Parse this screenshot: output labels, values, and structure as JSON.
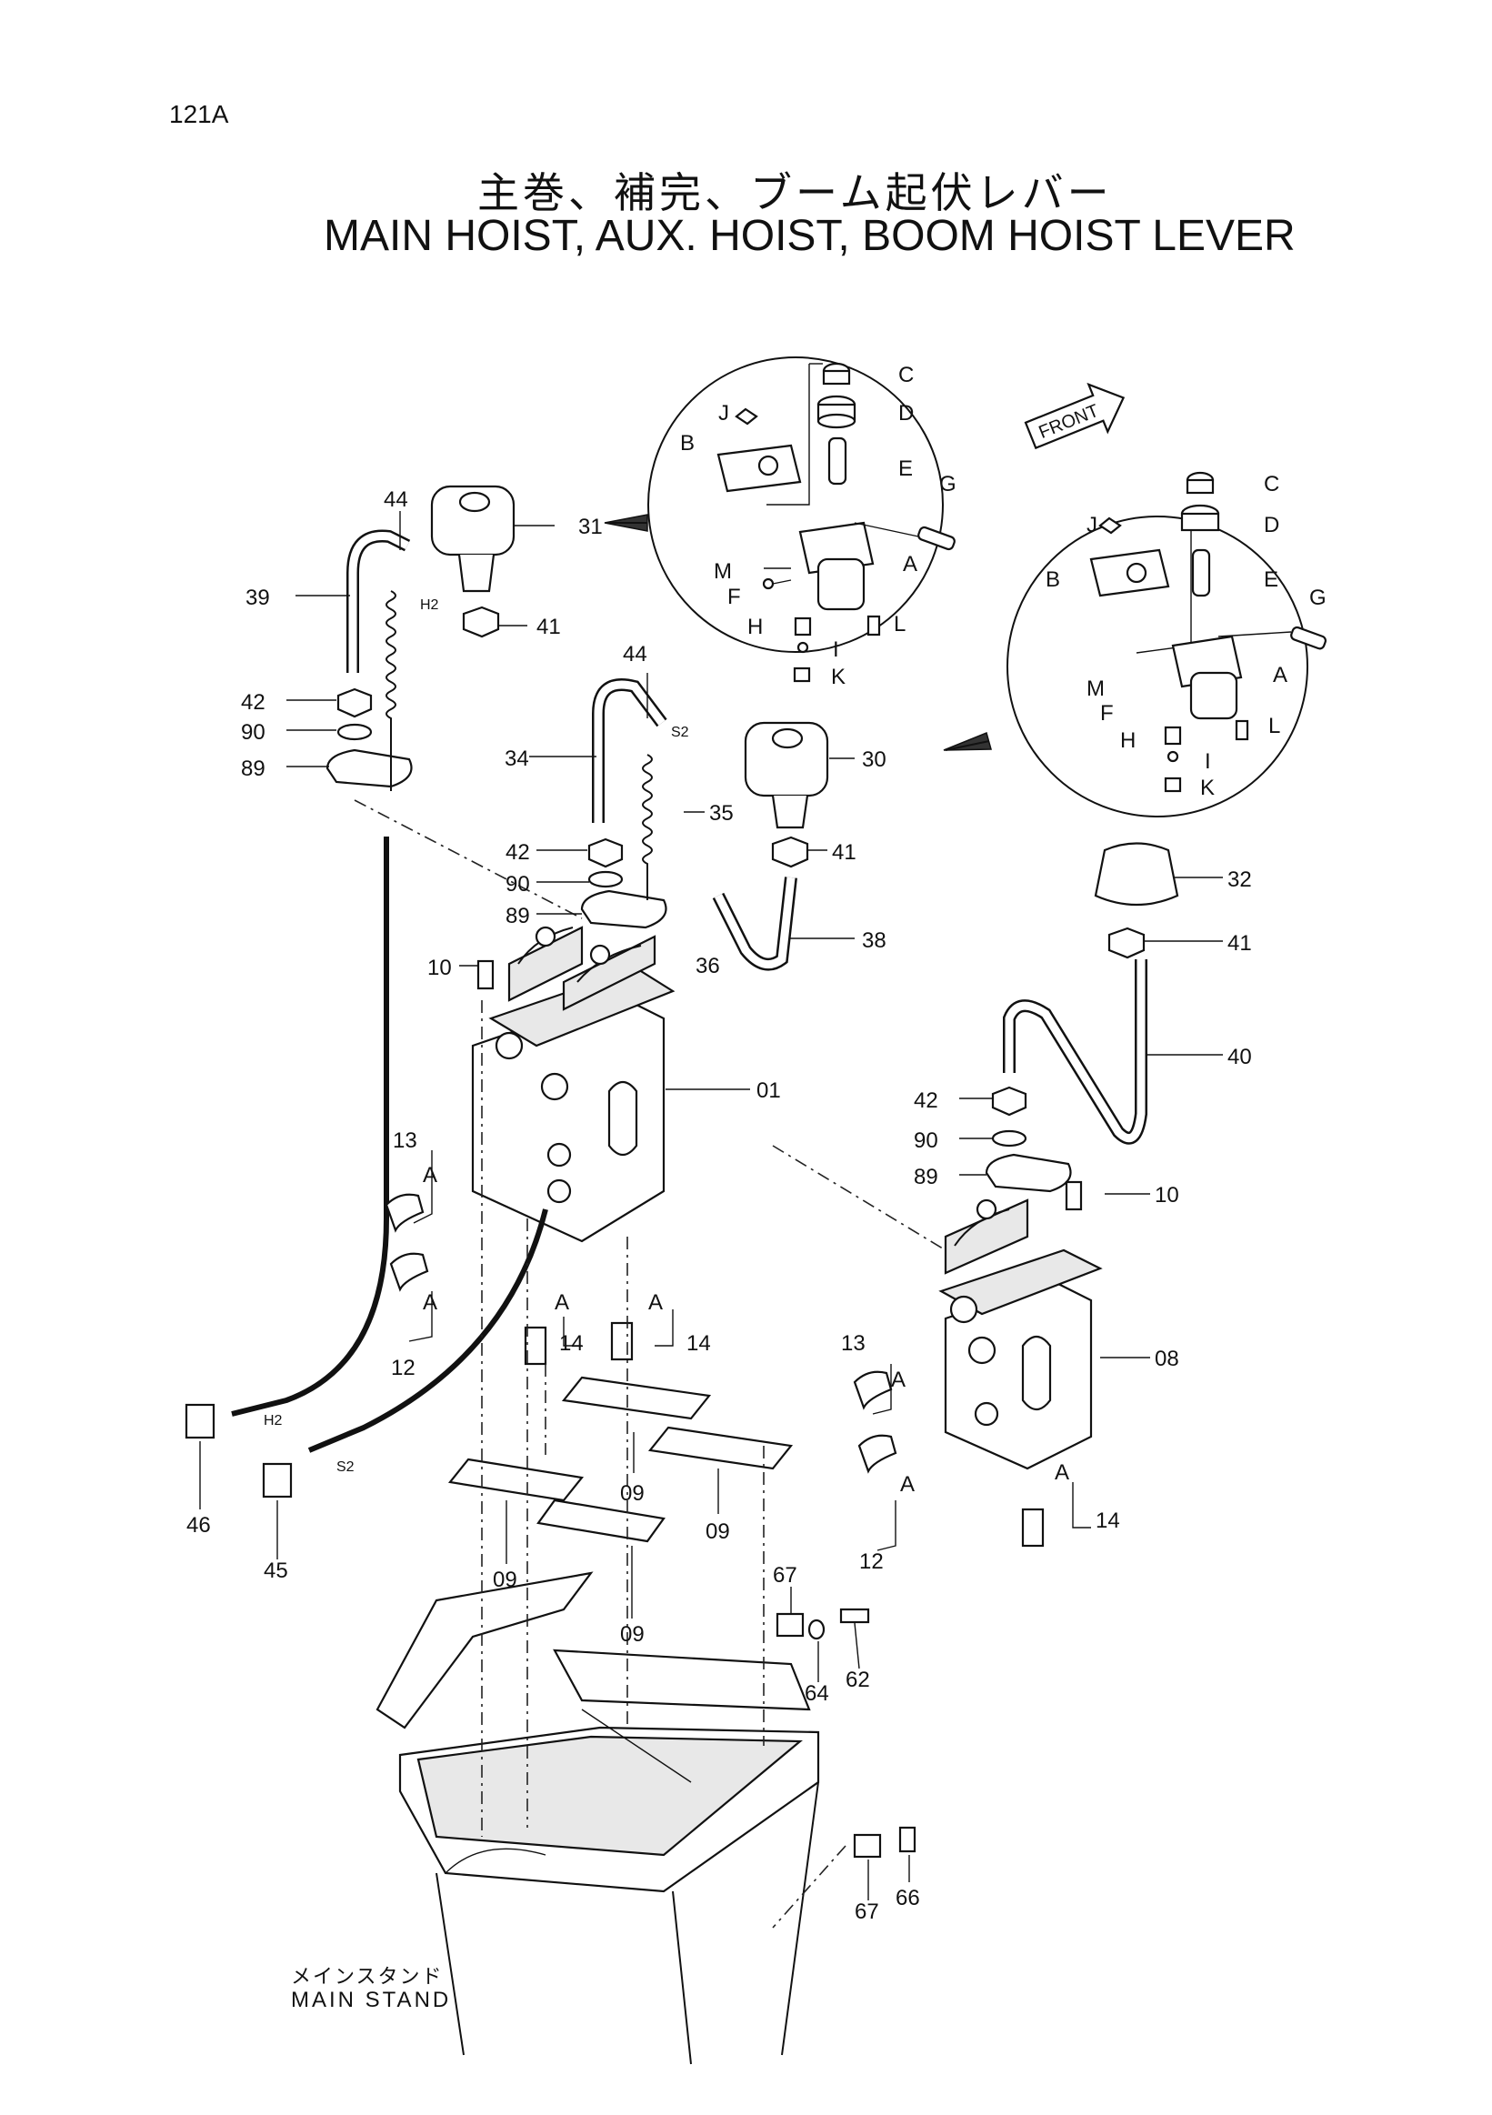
{
  "header": {
    "page_code": "121A",
    "title_jp": "主巻、補完、ブーム起伏レバー",
    "title_en": "MAIN HOIST, AUX. HOIST, BOOM HOIST LEVER"
  },
  "footer": {
    "stand_jp": "メインスタンド",
    "stand_en": "MAIN STAND"
  },
  "front_arrow": "FRONT",
  "detail_labels": [
    "A",
    "B",
    "C",
    "D",
    "E",
    "F",
    "G",
    "H",
    "I",
    "J",
    "K",
    "L",
    "M"
  ],
  "callouts": {
    "p01": "01",
    "p08": "08",
    "p09a": "09",
    "p09b": "09",
    "p09c": "09",
    "p09d": "09",
    "p10a": "10",
    "p10b": "10",
    "p12a": "12",
    "p12b": "12",
    "p13a": "13",
    "p13b": "13",
    "p14a": "14",
    "p14b": "14",
    "p14c": "14",
    "p30": "30",
    "p31": "31",
    "p32": "32",
    "p34": "34",
    "p35": "35",
    "p36": "36",
    "p38": "38",
    "p39": "39",
    "p40": "40",
    "p41a": "41",
    "p41b": "41",
    "p41c": "41",
    "p42a": "42",
    "p42b": "42",
    "p42c": "42",
    "p44a": "44",
    "p44b": "44",
    "p45": "45",
    "p46": "46",
    "p62": "62",
    "p64": "64",
    "p66": "66",
    "p67a": "67",
    "p67b": "67",
    "p89a": "89",
    "p89b": "89",
    "p89c": "89",
    "p90a": "90",
    "p90b": "90",
    "p90c": "90",
    "a1": "A",
    "a2": "A",
    "a3": "A",
    "a4": "A",
    "a5": "A",
    "a6": "A",
    "a7": "A",
    "h2a": "H2",
    "h2b": "H2",
    "s2a": "S2",
    "s2b": "S2"
  }
}
